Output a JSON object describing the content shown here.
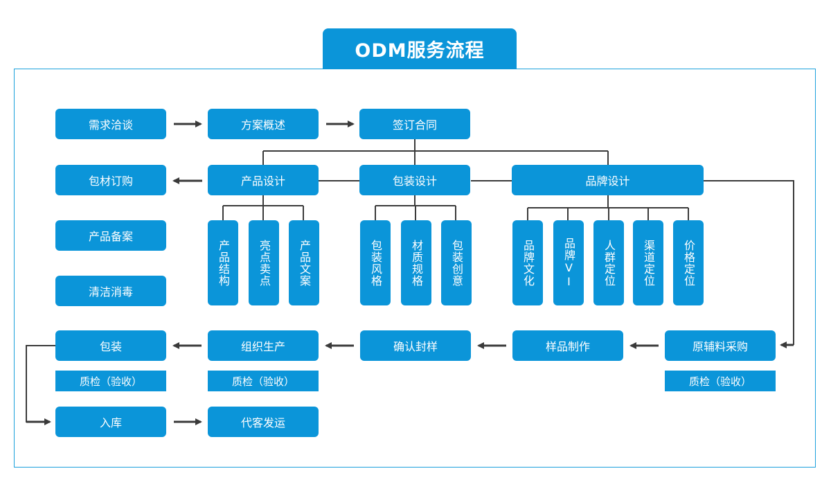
{
  "title": "ODM服务流程",
  "colors": {
    "accent": "#0b95d9",
    "line": "#3a3a3a",
    "frame": "#1aa0dc"
  },
  "top_row": [
    "需求洽谈",
    "方案概述",
    "签订合同"
  ],
  "left_column": [
    "包材订购",
    "产品备案",
    "清洁消毒"
  ],
  "design": {
    "product": {
      "label": "产品设计",
      "items": [
        "产品结构",
        "亮点卖点",
        "产品文案"
      ]
    },
    "package": {
      "label": "包装设计",
      "items": [
        "包装风格",
        "材质规格",
        "包装创意"
      ]
    },
    "brand": {
      "label": "品牌设计",
      "items": [
        "品牌文化",
        "品牌VI",
        "人群定位",
        "渠道定位",
        "价格定位"
      ]
    }
  },
  "production_row": [
    "包装",
    "组织生产",
    "确认封样",
    "样品制作",
    "原辅料采购"
  ],
  "qc_label": "质检（验收）",
  "bottom_row": [
    "入库",
    "代客发运"
  ]
}
